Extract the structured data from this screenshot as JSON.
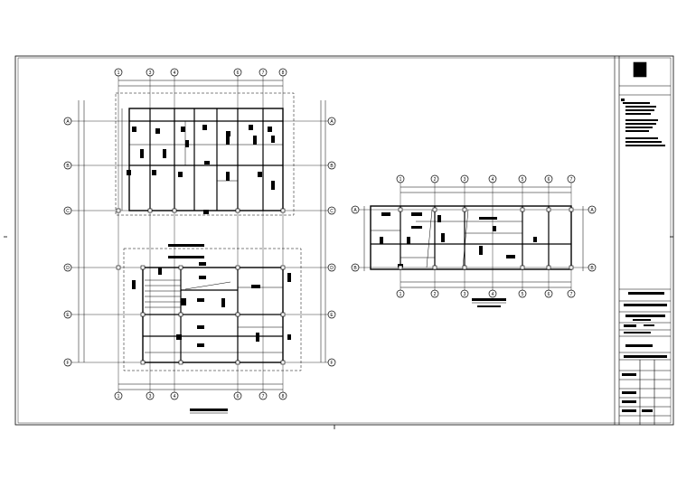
{
  "colors": {
    "ink": "#000000",
    "paper": "#ffffff"
  },
  "left_plan": {
    "grid_cols": [
      "1",
      "3",
      "4",
      "6",
      "7",
      "8"
    ],
    "grid_rows": [
      "A",
      "B",
      "C",
      "D",
      "E",
      "F"
    ]
  },
  "right_plan": {
    "grid_cols": [
      "1",
      "2",
      "3",
      "4",
      "5",
      "6",
      "7"
    ],
    "grid_rows": [
      "A",
      "B"
    ]
  }
}
